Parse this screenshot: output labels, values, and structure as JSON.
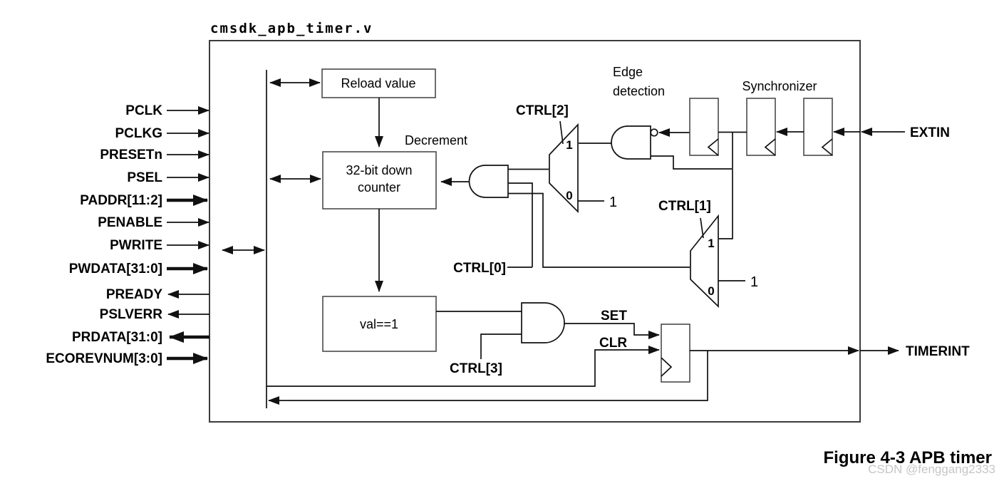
{
  "title": "cmsdk_apb_timer.v",
  "caption": "Figure 4-3 APB timer",
  "watermark": "CSDN @fenggang2333",
  "colors": {
    "line": "#111111",
    "text": "#000000",
    "block_border": "#4a4a4a",
    "watermark": "#c6c6c6",
    "background": "#ffffff"
  },
  "left_pins": [
    {
      "label": "PCLK",
      "dir": "in",
      "bus": false
    },
    {
      "label": "PCLKG",
      "dir": "in",
      "bus": false
    },
    {
      "label": "PRESETn",
      "dir": "in",
      "bus": false
    },
    {
      "label": "PSEL",
      "dir": "in",
      "bus": false
    },
    {
      "label": "PADDR[11:2]",
      "dir": "in",
      "bus": true
    },
    {
      "label": "PENABLE",
      "dir": "in",
      "bus": false
    },
    {
      "label": "PWRITE",
      "dir": "in",
      "bus": false
    },
    {
      "label": "PWDATA[31:0]",
      "dir": "in",
      "bus": true
    },
    {
      "label": "PREADY",
      "dir": "out",
      "bus": false
    },
    {
      "label": "PSLVERR",
      "dir": "out",
      "bus": false
    },
    {
      "label": "PRDATA[31:0]",
      "dir": "out",
      "bus": true
    },
    {
      "label": "ECOREVNUM[3:0]",
      "dir": "in",
      "bus": true
    }
  ],
  "right_pins": [
    {
      "label": "EXTIN",
      "dir": "in"
    },
    {
      "label": "TIMERINT",
      "dir": "out"
    }
  ],
  "blocks": {
    "reload": {
      "label": "Reload value"
    },
    "counter": {
      "line1": "32-bit down",
      "line2": "counter"
    },
    "compare": {
      "label": "val==1"
    }
  },
  "annotations": {
    "decrement": "Decrement",
    "edge_detection_line1": "Edge",
    "edge_detection_line2": "detection",
    "synchronizer": "Synchronizer"
  },
  "signals": {
    "ctrl0": "CTRL[0]",
    "ctrl1": "CTRL[1]",
    "ctrl2": "CTRL[2]",
    "ctrl3": "CTRL[3]",
    "set": "SET",
    "clr": "CLR"
  },
  "mux": {
    "sel1": "1",
    "sel0": "0",
    "const1": "1"
  }
}
